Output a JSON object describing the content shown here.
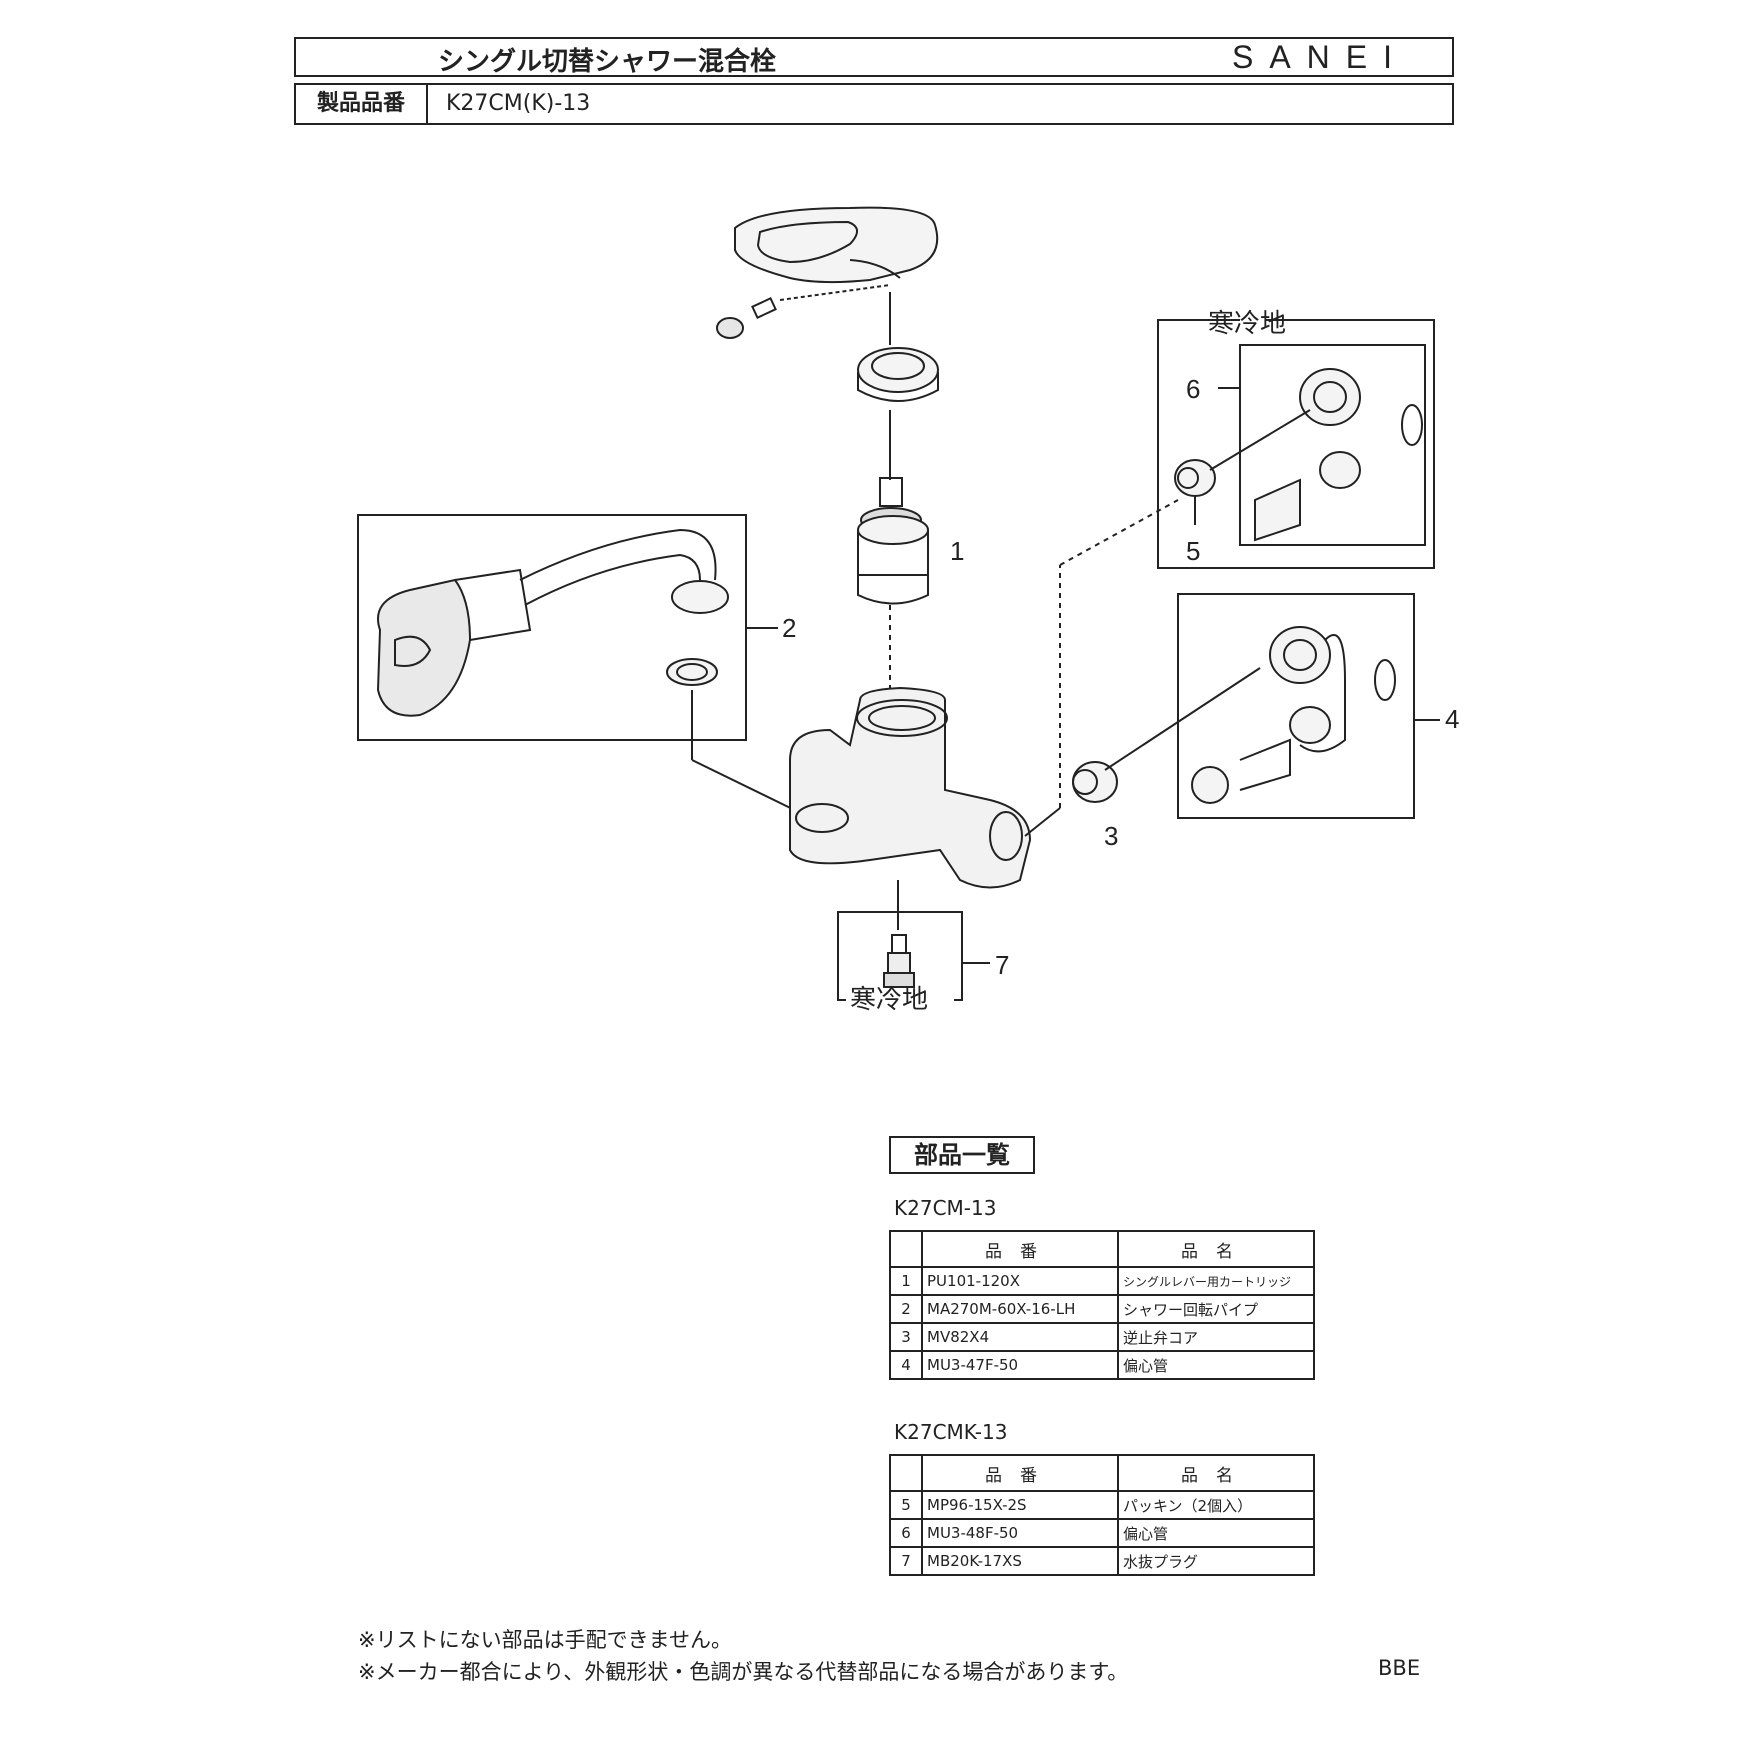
{
  "header": {
    "title": "シングル切替シャワー混合栓",
    "brand_logo": "SANEI",
    "product_label": "製品品番",
    "product_code": "K27CM(K)-13"
  },
  "diagram": {
    "callouts": [
      "1",
      "2",
      "3",
      "4",
      "5",
      "6",
      "7"
    ],
    "cold_region_label_top": "寒冷地",
    "cold_region_label_bottom": "寒冷地"
  },
  "parts_list": {
    "heading": "部品一覧",
    "column_code": "品番",
    "column_name": "品名",
    "table1": {
      "model": "K27CM-13",
      "rows": [
        {
          "no": "1",
          "code": "PU101-120X",
          "name": "シングルレバー用カートリッジ"
        },
        {
          "no": "2",
          "code": "MA270M-60X-16-LH",
          "name": "シャワー回転パイプ"
        },
        {
          "no": "3",
          "code": "MV82X4",
          "name": "逆止弁コア"
        },
        {
          "no": "4",
          "code": "MU3-47F-50",
          "name": "偏心管"
        }
      ]
    },
    "table2": {
      "model": "K27CMK-13",
      "rows": [
        {
          "no": "5",
          "code": "MP96-15X-2S",
          "name": "パッキン（2個入）"
        },
        {
          "no": "6",
          "code": "MU3-48F-50",
          "name": "偏心管"
        },
        {
          "no": "7",
          "code": "MB20K-17XS",
          "name": "水抜プラグ"
        }
      ]
    }
  },
  "notes": [
    "※リストにない部品は手配できません。",
    "※メーカー都合により、外観形状・色調が異なる代替部品になる場合があります。"
  ],
  "footer_code": "BBE"
}
